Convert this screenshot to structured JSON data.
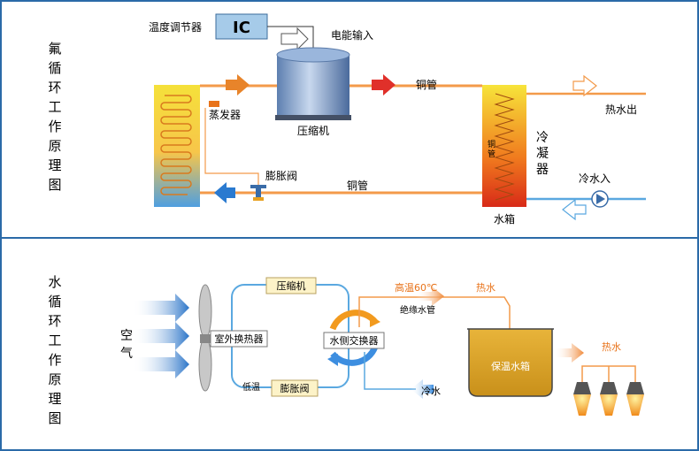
{
  "top": {
    "side_title": [
      "氟",
      "循",
      "环",
      "工",
      "作",
      "原",
      "理",
      "图"
    ],
    "thermostat": "温度调节器",
    "ic": "IC",
    "power_in": "电能输入",
    "compressor": "压缩机",
    "evaporator": "蒸发器",
    "copper_pipe_top": "铜管",
    "copper_pipe_bottom": "铜管",
    "copper_pipe_vertical": [
      "铜",
      "管"
    ],
    "expansion_valve": "膨胀阀",
    "condenser": [
      "冷",
      "凝",
      "器"
    ],
    "water_tank": "水箱",
    "hot_water_out": "热水出",
    "cold_water_in": "冷水入"
  },
  "bottom": {
    "side_title": [
      "水",
      "循",
      "环",
      "工",
      "作",
      "原",
      "理",
      "图"
    ],
    "air": [
      "空",
      "气"
    ],
    "compressor": "压缩机",
    "outdoor_exchanger": "室外换热器",
    "water_exchanger": "水侧交换器",
    "expansion_valve": "膨胀阀",
    "low_temp": "低温",
    "high_temp": "高温60℃",
    "hot_water_1": "热水",
    "insulated_pipe": "绝缘水管",
    "cold_water": "冷水",
    "storage_tank": "保温水箱",
    "hot_water_2": "热水"
  },
  "colors": {
    "border": "#2b6aa8",
    "pipe_hot": "#f39a4a",
    "pipe_cold": "#5aa8e0",
    "tank_gold": "#d9a02a"
  }
}
